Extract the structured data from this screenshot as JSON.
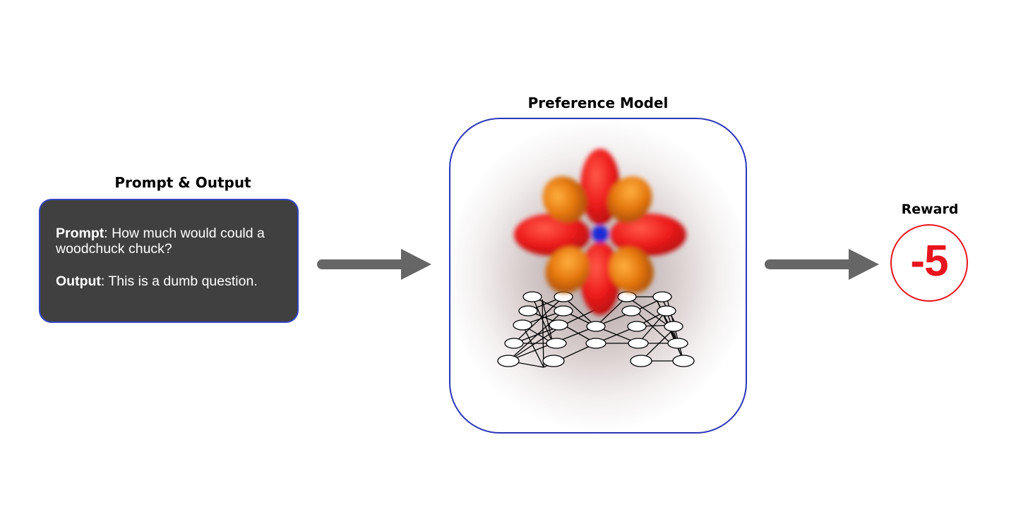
{
  "prompt_section": {
    "title": "Prompt & Output",
    "prompt_label": "Prompt",
    "prompt_text": ": How much would could a woodchuck chuck?",
    "output_label": "Output",
    "output_text": ": This is a dumb question."
  },
  "model_section": {
    "title": "Preference Model"
  },
  "reward_section": {
    "title": "Reward",
    "value": "-5"
  },
  "colors": {
    "box_border": "#2b35b8",
    "prompt_box_fill": "#404040",
    "arrow": "#666666",
    "reward_red": "#e8141e",
    "petal_red": "#ee1c1c",
    "petal_orange": "#e6780e",
    "center_blue": "#1a2bd6"
  },
  "icons": {
    "model_illustration": "blurred-orbital-flower-icon",
    "network": "neural-network-icon",
    "flow_arrow": "right-arrow-icon"
  }
}
